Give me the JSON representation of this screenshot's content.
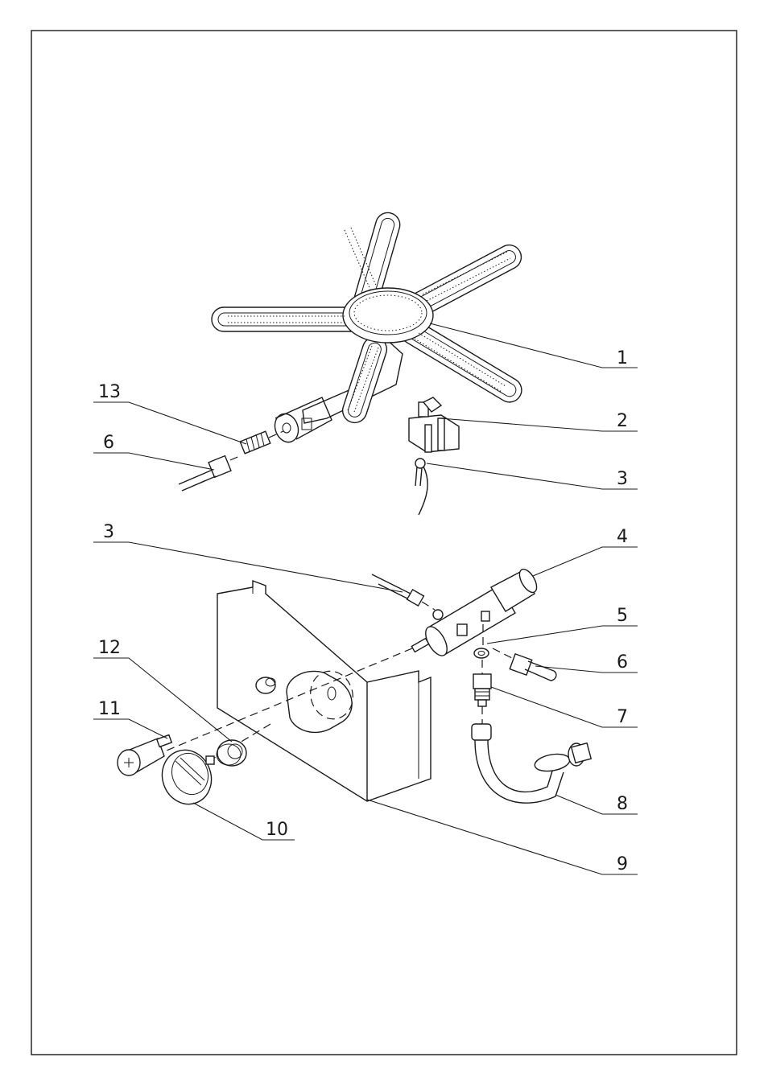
{
  "diagram": {
    "labels": [
      "1",
      "2",
      "3",
      "3",
      "4",
      "5",
      "6",
      "6",
      "7",
      "8",
      "9",
      "10",
      "11",
      "12",
      "13"
    ]
  },
  "colors": {
    "ink": "#1a1a1a",
    "paper": "#ffffff"
  }
}
